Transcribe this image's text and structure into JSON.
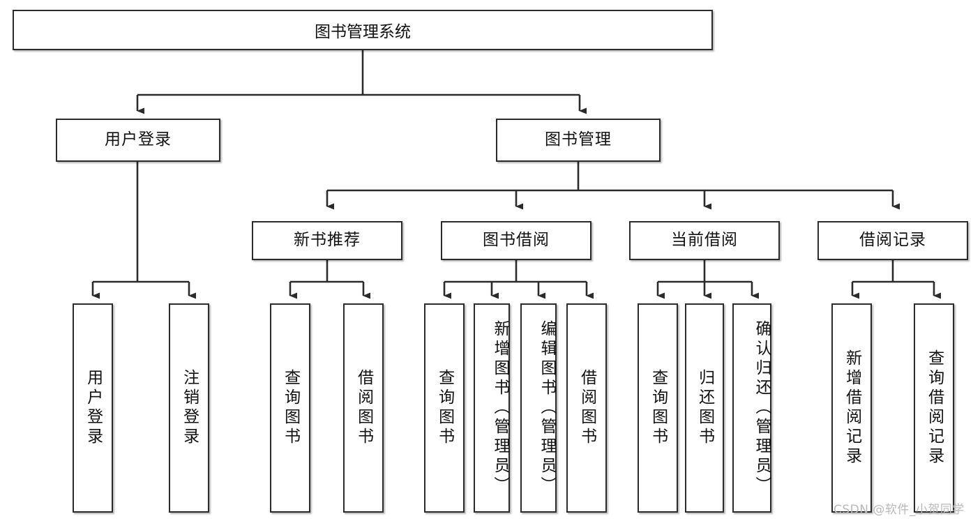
{
  "diagram": {
    "title": "图书管理系统",
    "type": "tree-hierarchy",
    "watermark": "CSDN @软件_小贺同学",
    "colors": {
      "border": "#2b2b2b",
      "background": "#ffffff",
      "text": "#111111",
      "watermark": "#b9b9b9",
      "connector": "#2b2b2b"
    },
    "nodes": {
      "root": {
        "label": "图书管理系统"
      },
      "level2": [
        {
          "id": "user-login",
          "label": "用户登录"
        },
        {
          "id": "book-management",
          "label": "图书管理"
        }
      ],
      "level3": [
        {
          "id": "new-book-recommend",
          "label": "新书推荐"
        },
        {
          "id": "book-borrow",
          "label": "图书借阅"
        },
        {
          "id": "current-borrow",
          "label": "当前借阅"
        },
        {
          "id": "borrow-record",
          "label": "借阅记录"
        }
      ],
      "leaves": {
        "user_login": [
          {
            "id": "leaf-user-login",
            "label": "用户登录"
          },
          {
            "id": "leaf-logout-login",
            "label": "注销登录"
          }
        ],
        "new_book_recommend": [
          {
            "id": "leaf-query-book-1",
            "label": "查询图书"
          },
          {
            "id": "leaf-borrow-book-1",
            "label": "借阅图书"
          }
        ],
        "book_borrow": [
          {
            "id": "leaf-query-book-2",
            "label": "查询图书"
          },
          {
            "id": "leaf-add-book",
            "label": "新增图书（管理员）"
          },
          {
            "id": "leaf-edit-book",
            "label": "编辑图书（管理员）"
          },
          {
            "id": "leaf-borrow-book-2",
            "label": "借阅图书"
          }
        ],
        "current_borrow": [
          {
            "id": "leaf-query-book-3",
            "label": "查询图书"
          },
          {
            "id": "leaf-return-book",
            "label": "归还图书"
          },
          {
            "id": "leaf-confirm-return",
            "label": "确认归还（管理员）"
          }
        ],
        "borrow_record": [
          {
            "id": "leaf-add-record",
            "label": "新增借阅记录"
          },
          {
            "id": "leaf-query-record",
            "label": "查询借阅记录"
          }
        ]
      }
    }
  }
}
